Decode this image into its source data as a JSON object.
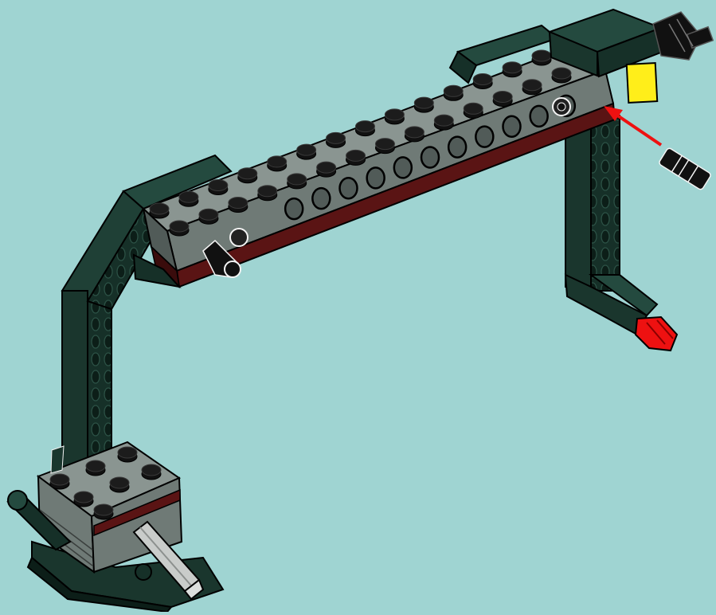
{
  "scene": {
    "background_color": "#9fd4d2",
    "colors": {
      "dark_green": "#163028",
      "dark_green_light": "#244a3f",
      "gray": "#6f7a76",
      "gray_light": "#8a9591",
      "gray_dark": "#515b58",
      "black": "#111111",
      "dark_red": "#5a1414",
      "yellow": "#ffee1a",
      "red": "#ee1111",
      "white": "#f4f4f4"
    },
    "parts": [
      "gray-technic-beam-long",
      "dark-green-frame-left",
      "dark-green-frame-right",
      "gray-base-brick",
      "dark-green-wedge-plate",
      "light-gray-axle",
      "red-axle-pin",
      "black-pin-insert",
      "yellow-tile",
      "red-direction-arrow",
      "black-connector-pin"
    ]
  }
}
